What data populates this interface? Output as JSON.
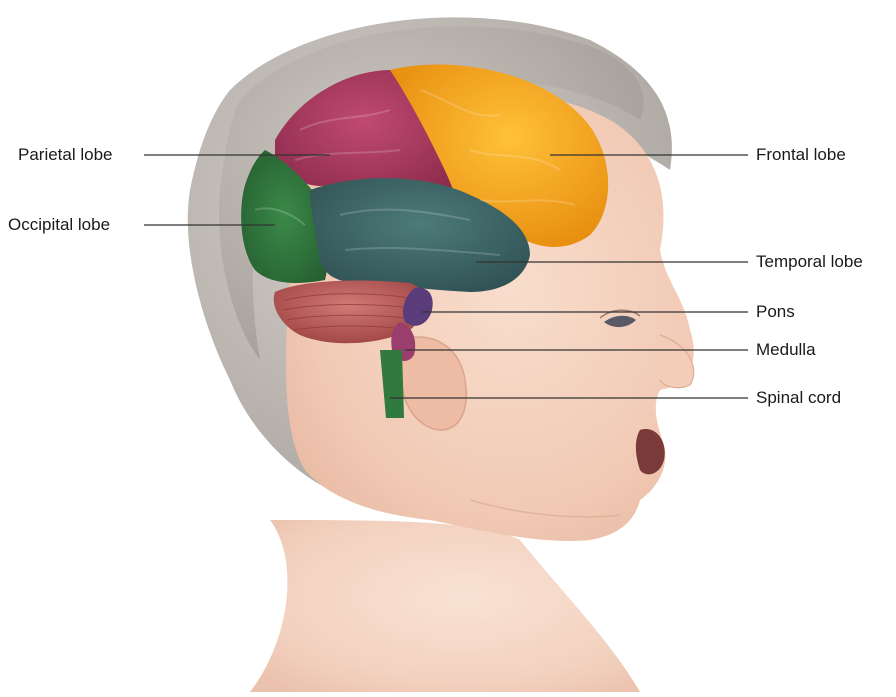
{
  "labels": {
    "parietal": "Parietal lobe",
    "occipital": "Occipital lobe",
    "frontal": "Frontal lobe",
    "temporal": "Temporal lobe",
    "pons": "Pons",
    "medulla": "Medulla",
    "spinal_cord": "Spinal cord"
  },
  "colors": {
    "frontal": "#f2a312",
    "parietal": "#a8345a",
    "occipital": "#2e6e3a",
    "temporal": "#3c6466",
    "cerebellum": "#b8585a",
    "pons": "#5a3c7a",
    "medulla": "#9a3e6e",
    "spinal_cord": "#2f7a3c",
    "skin": "#f4d2c0",
    "hair": "#b8b2ad",
    "leader_line": "#333333"
  }
}
